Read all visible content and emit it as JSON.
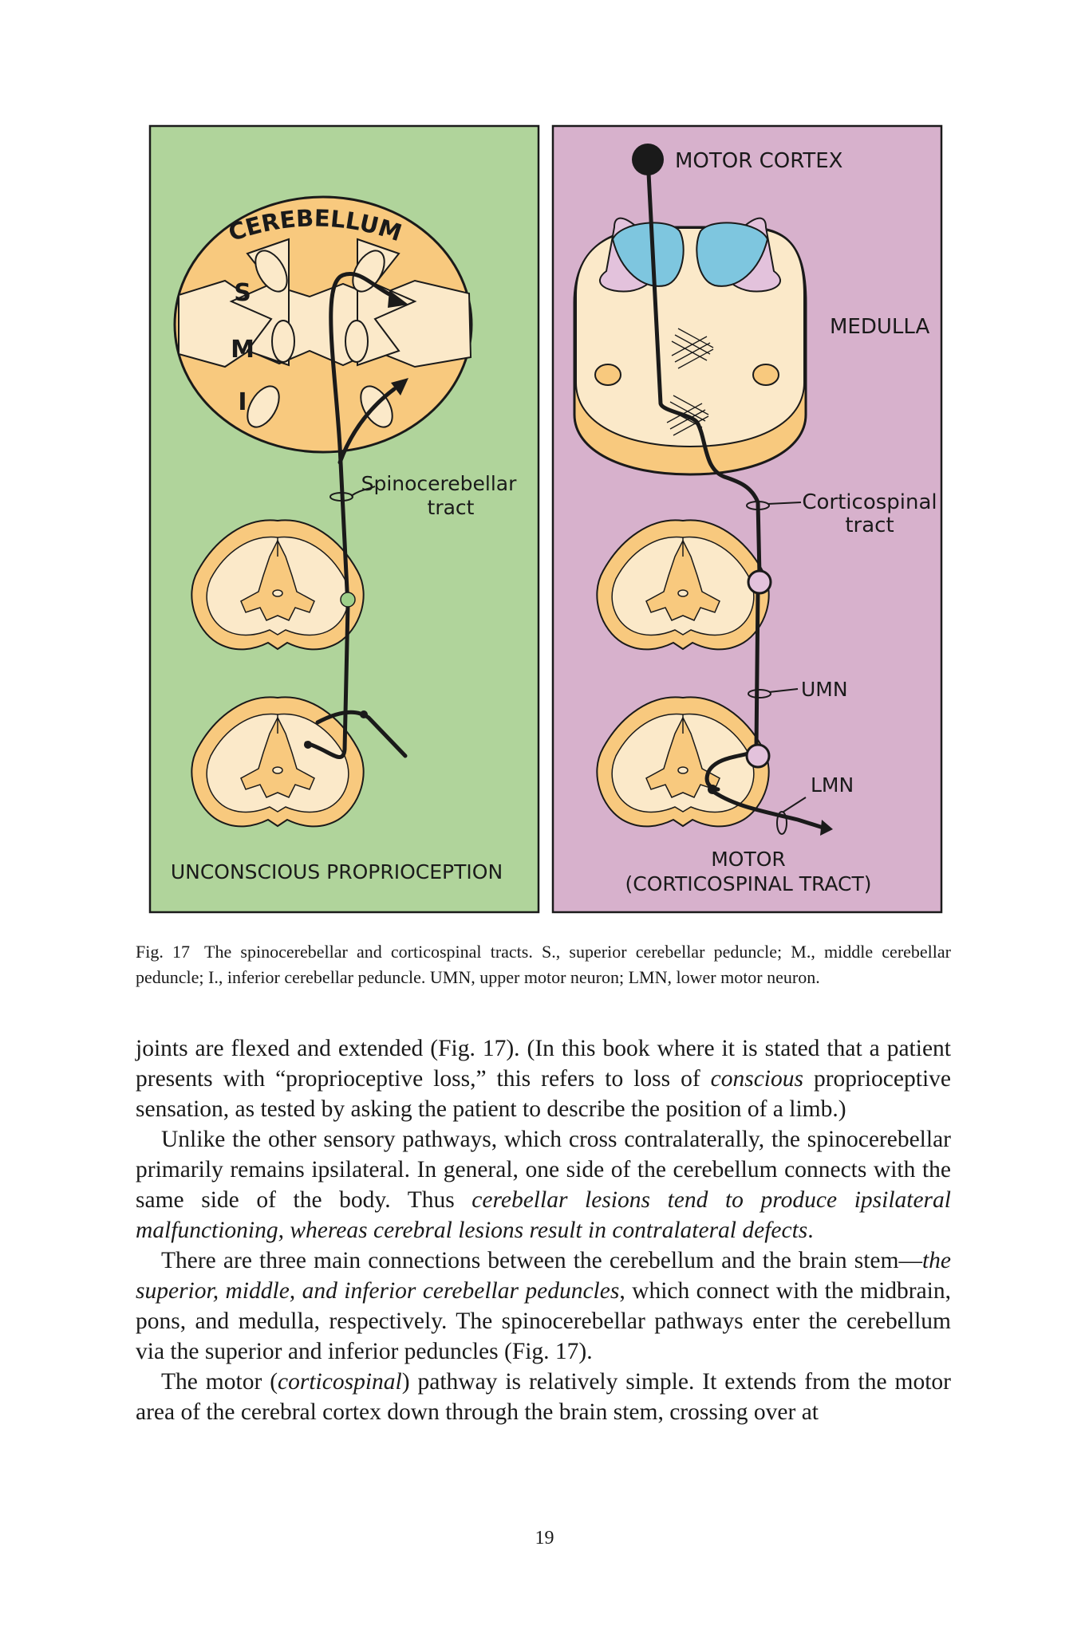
{
  "figure": {
    "left_panel": {
      "bg": "#b0d49b",
      "cerebellum_label": "CEREBELLUM",
      "peduncle_letters": [
        "S",
        "M",
        "I"
      ],
      "tract_label_1": "Spinocerebellar",
      "tract_label_2": "tract",
      "title": "UNCONSCIOUS PROPRIOCEPTION"
    },
    "right_panel": {
      "bg": "#d7b1cc",
      "motor_cortex_label": "MOTOR CORTEX",
      "medulla_label": "MEDULLA",
      "tract_label_1": "Corticospinal",
      "tract_label_2": "tract",
      "umn_label": "UMN",
      "lmn_label": "LMN",
      "title_1": "MOTOR",
      "title_2": "(CORTICOSPINAL TRACT)"
    },
    "colors": {
      "cream": "#fbe9c9",
      "orange": "#f8c97e",
      "blue": "#7ec6df",
      "lilac": "#e3c2dc",
      "green_dot": "#9fd08a"
    }
  },
  "caption": {
    "number": "Fig. 17",
    "text": "The spinocerebellar and corticospinal tracts. S., superior cerebellar peduncle; M., middle cerebellar peduncle; I., inferior cerebellar peduncle. UMN, upper motor neuron; LMN, lower motor neuron."
  },
  "body": {
    "p1_a": "joints are flexed and extended (Fig. 17). (In this book where it is stated that a patient presents with “proprioceptive loss,” this refers to loss of ",
    "p1_em": "conscious",
    "p1_b": " proprioceptive sensation, as tested by asking the patient to describe the position of a limb.)",
    "p2_a": "Unlike the other sensory pathways, which cross contralaterally, the spinocerebellar primarily remains ipsilateral. In general, one side of the cerebellum connects with the same side of the body. Thus ",
    "p2_em": "cerebellar lesions tend to produce ipsilateral malfunctioning, whereas cerebral lesions result in contralateral defects",
    "p2_b": ".",
    "p3_a": "There are three main connections between the cerebellum and the brain stem—",
    "p3_em": "the superior, middle, and inferior cerebellar peduncles",
    "p3_b": ", which connect with the midbrain, pons, and medulla, respectively. The spinocerebellar pathways enter the cerebellum via the superior and inferior peduncles (Fig. 17).",
    "p4_a": "The motor (",
    "p4_em": "corticospinal",
    "p4_b": ") pathway is relatively simple. It extends from the motor area of the cerebral cortex down through the brain stem, crossing over at"
  },
  "page_number": "19"
}
